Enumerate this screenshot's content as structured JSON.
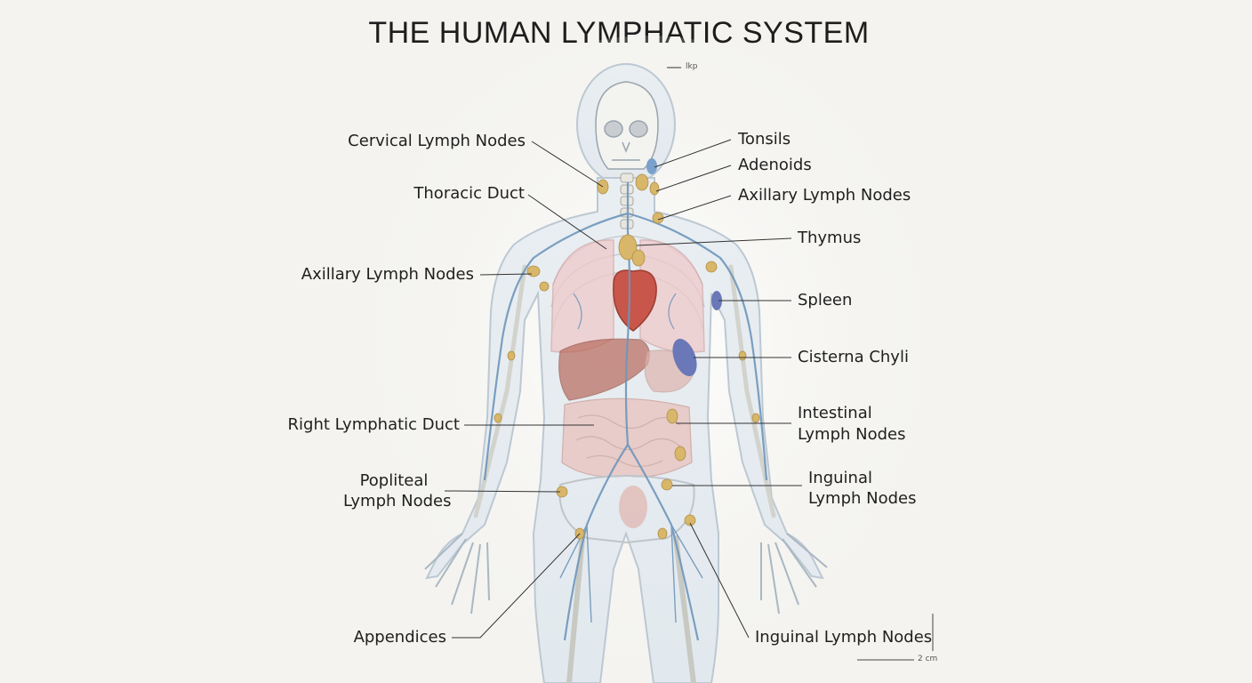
{
  "title": "THE HUMAN LYMPHATIC SYSTEM",
  "top_marker": "lkp",
  "scale_bar": "2 cm",
  "labels": {
    "cervical": "Cervical Lymph Nodes",
    "thoracic": "Thoracic Duct",
    "axillary_left": "Axillary Lymph Nodes",
    "right_lymphatic": "Right Lymphatic Duct",
    "popliteal_1": "Popliteal",
    "popliteal_2": "Lymph Nodes",
    "appendices": "Appendices",
    "tonsils": "Tonsils",
    "adenoids": "Adenoids",
    "axillary_right": "Axillary Lymph Nodes",
    "thymus": "Thymus",
    "spleen": "Spleen",
    "cisterna": "Cisterna Chyli",
    "intestinal_1": "Intestinal",
    "intestinal_2": "Lymph Nodes",
    "inguinal_1": "Inguinal",
    "inguinal_2": "Lymph Nodes",
    "inguinal_bottom": "Inguinal Lymph Nodes"
  },
  "colors": {
    "background": "#f4f3ef",
    "body_outline": "#b9c6d2",
    "lymph_vessel": "#6f96bb",
    "lymph_node": "#d8b66a",
    "heart": "#c9564a",
    "liver": "#b86a5c",
    "spleen": "#6a78b8",
    "leader_line": "#333333"
  }
}
